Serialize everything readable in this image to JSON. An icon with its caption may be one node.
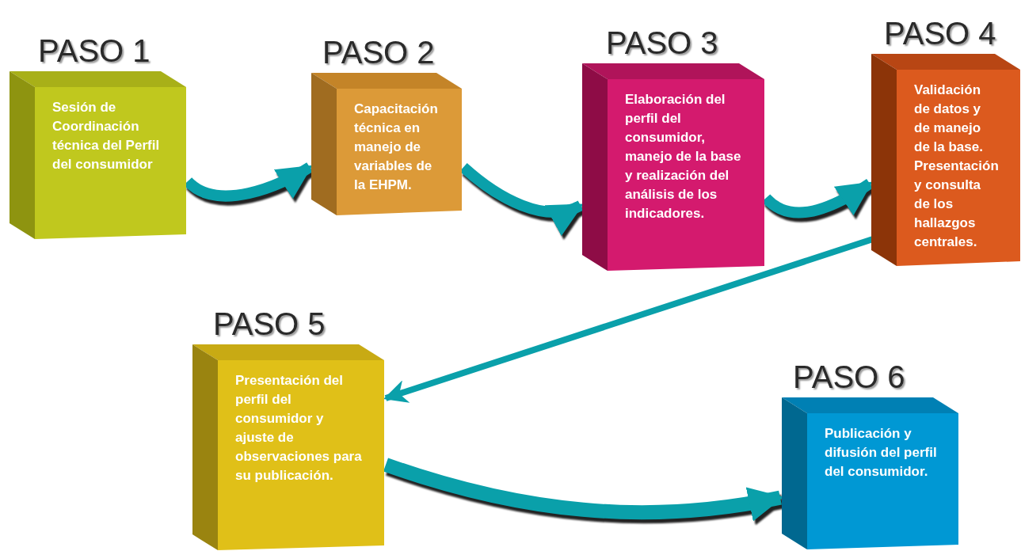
{
  "diagram": {
    "nodes": [
      {
        "text": [
          "PASO 1",
          "Sesión de Coordinación técnica del Perfil del consumidor"
        ]
      },
      {
        "text": [
          "PASO 2",
          "Capacitación técnica en manejo de variables de la EHPM."
        ]
      },
      {
        "text": [
          "PASO 3",
          "Elaboración del perfil del consumidor, manejo de la base y realización del análisis de los indicadores."
        ]
      },
      {
        "text": [
          "PASO 4",
          "Validación de datos y de manejo de la base. Presentación y consulta de los hallazgos centrales."
        ]
      },
      {
        "text": [
          "PASO 5",
          "Presentación del perfil del consumidor y ajuste de observaciones para su publicación."
        ]
      },
      {
        "text": [
          "PASO 6",
          "Publicación y difusión del perfil del consumidor."
        ]
      }
    ],
    "edges": [
      {
        "from": 0,
        "to": 1,
        "arrow": "to"
      },
      {
        "from": 1,
        "to": 2,
        "arrow": "to"
      },
      {
        "from": 2,
        "to": 3,
        "arrow": "to"
      },
      {
        "from": 3,
        "to": 4,
        "arrow": "to"
      },
      {
        "from": 4,
        "to": 5,
        "arrow": "to"
      }
    ]
  }
}
